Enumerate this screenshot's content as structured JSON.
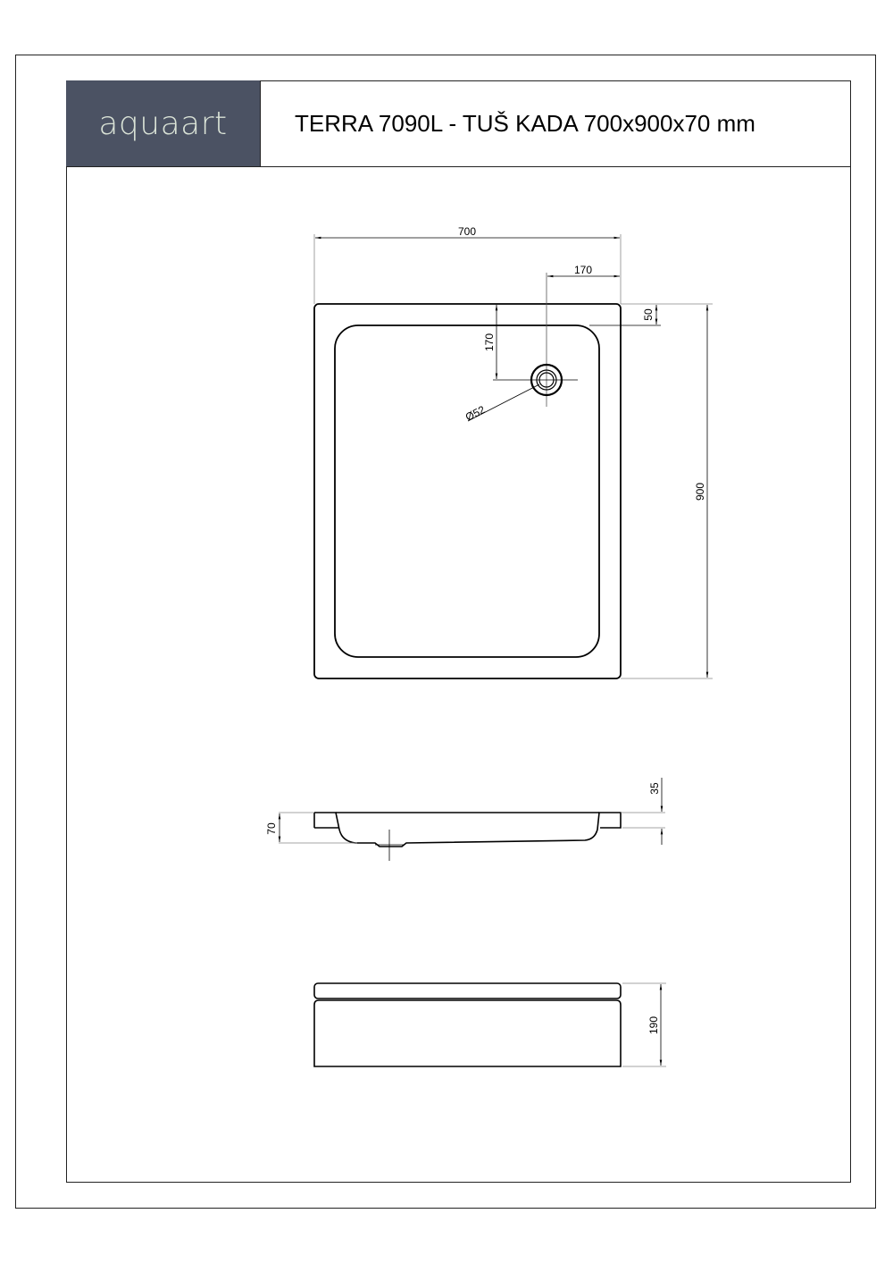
{
  "header": {
    "logo": "aquaart",
    "title": "TERRA 7090L - TUŠ KADA 700x900x70 mm"
  },
  "colors": {
    "logo_bg": "#4b5263",
    "logo_text": "#d9e2d6",
    "line": "#000000"
  },
  "top_view": {
    "width_dim": "700",
    "drain_offset_x_dim": "170",
    "drain_offset_y_dim": "170",
    "rim_dim": "50",
    "length_dim": "900",
    "drain_diameter_dim": "Ø52"
  },
  "side_view": {
    "height_dim": "70",
    "rim_height_dim": "35"
  },
  "front_view": {
    "height_dim": "190"
  }
}
